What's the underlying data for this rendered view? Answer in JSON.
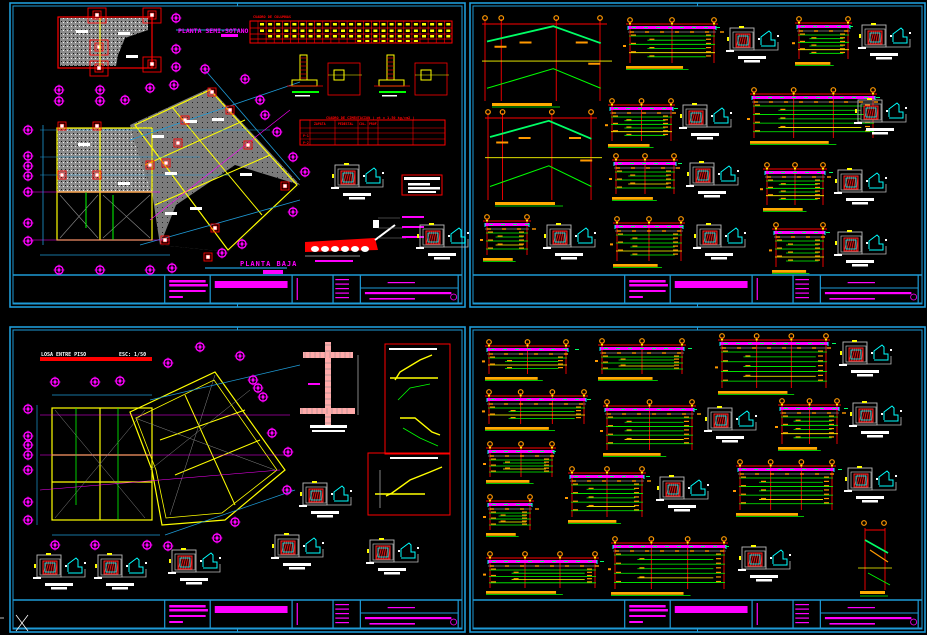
{
  "drawing": {
    "sheets": [
      {
        "id": "sheet-1",
        "titles": {
          "semi_basement": "PLANTA SEMI-SOTANO",
          "ground_floor": "PLANTA BAJA",
          "column_table": "CUADRO DE COLUMNAS",
          "foundation_table": "CUADRO DE CIMENTACION ( σt = 1.50 kg/cm2 )",
          "foundation_headers": [
            "ZAPATA",
            "PEDESTAL",
            "COL.",
            "PROF."
          ],
          "foundation_rows": [
            "P-1",
            "P-2"
          ]
        }
      },
      {
        "id": "sheet-2"
      },
      {
        "id": "sheet-3",
        "titles": {
          "slab": "LOSA ENTRE PISO",
          "scale": "ESC: 1/50"
        }
      },
      {
        "id": "sheet-4"
      }
    ]
  },
  "colors": {
    "background": "#000000",
    "frame": "#1e9ad6",
    "grid_bubble": "#ff00ff",
    "column": "#ff0000",
    "beam": "#ffff00",
    "rebar": "#00ff00",
    "label": "#ff9900"
  }
}
